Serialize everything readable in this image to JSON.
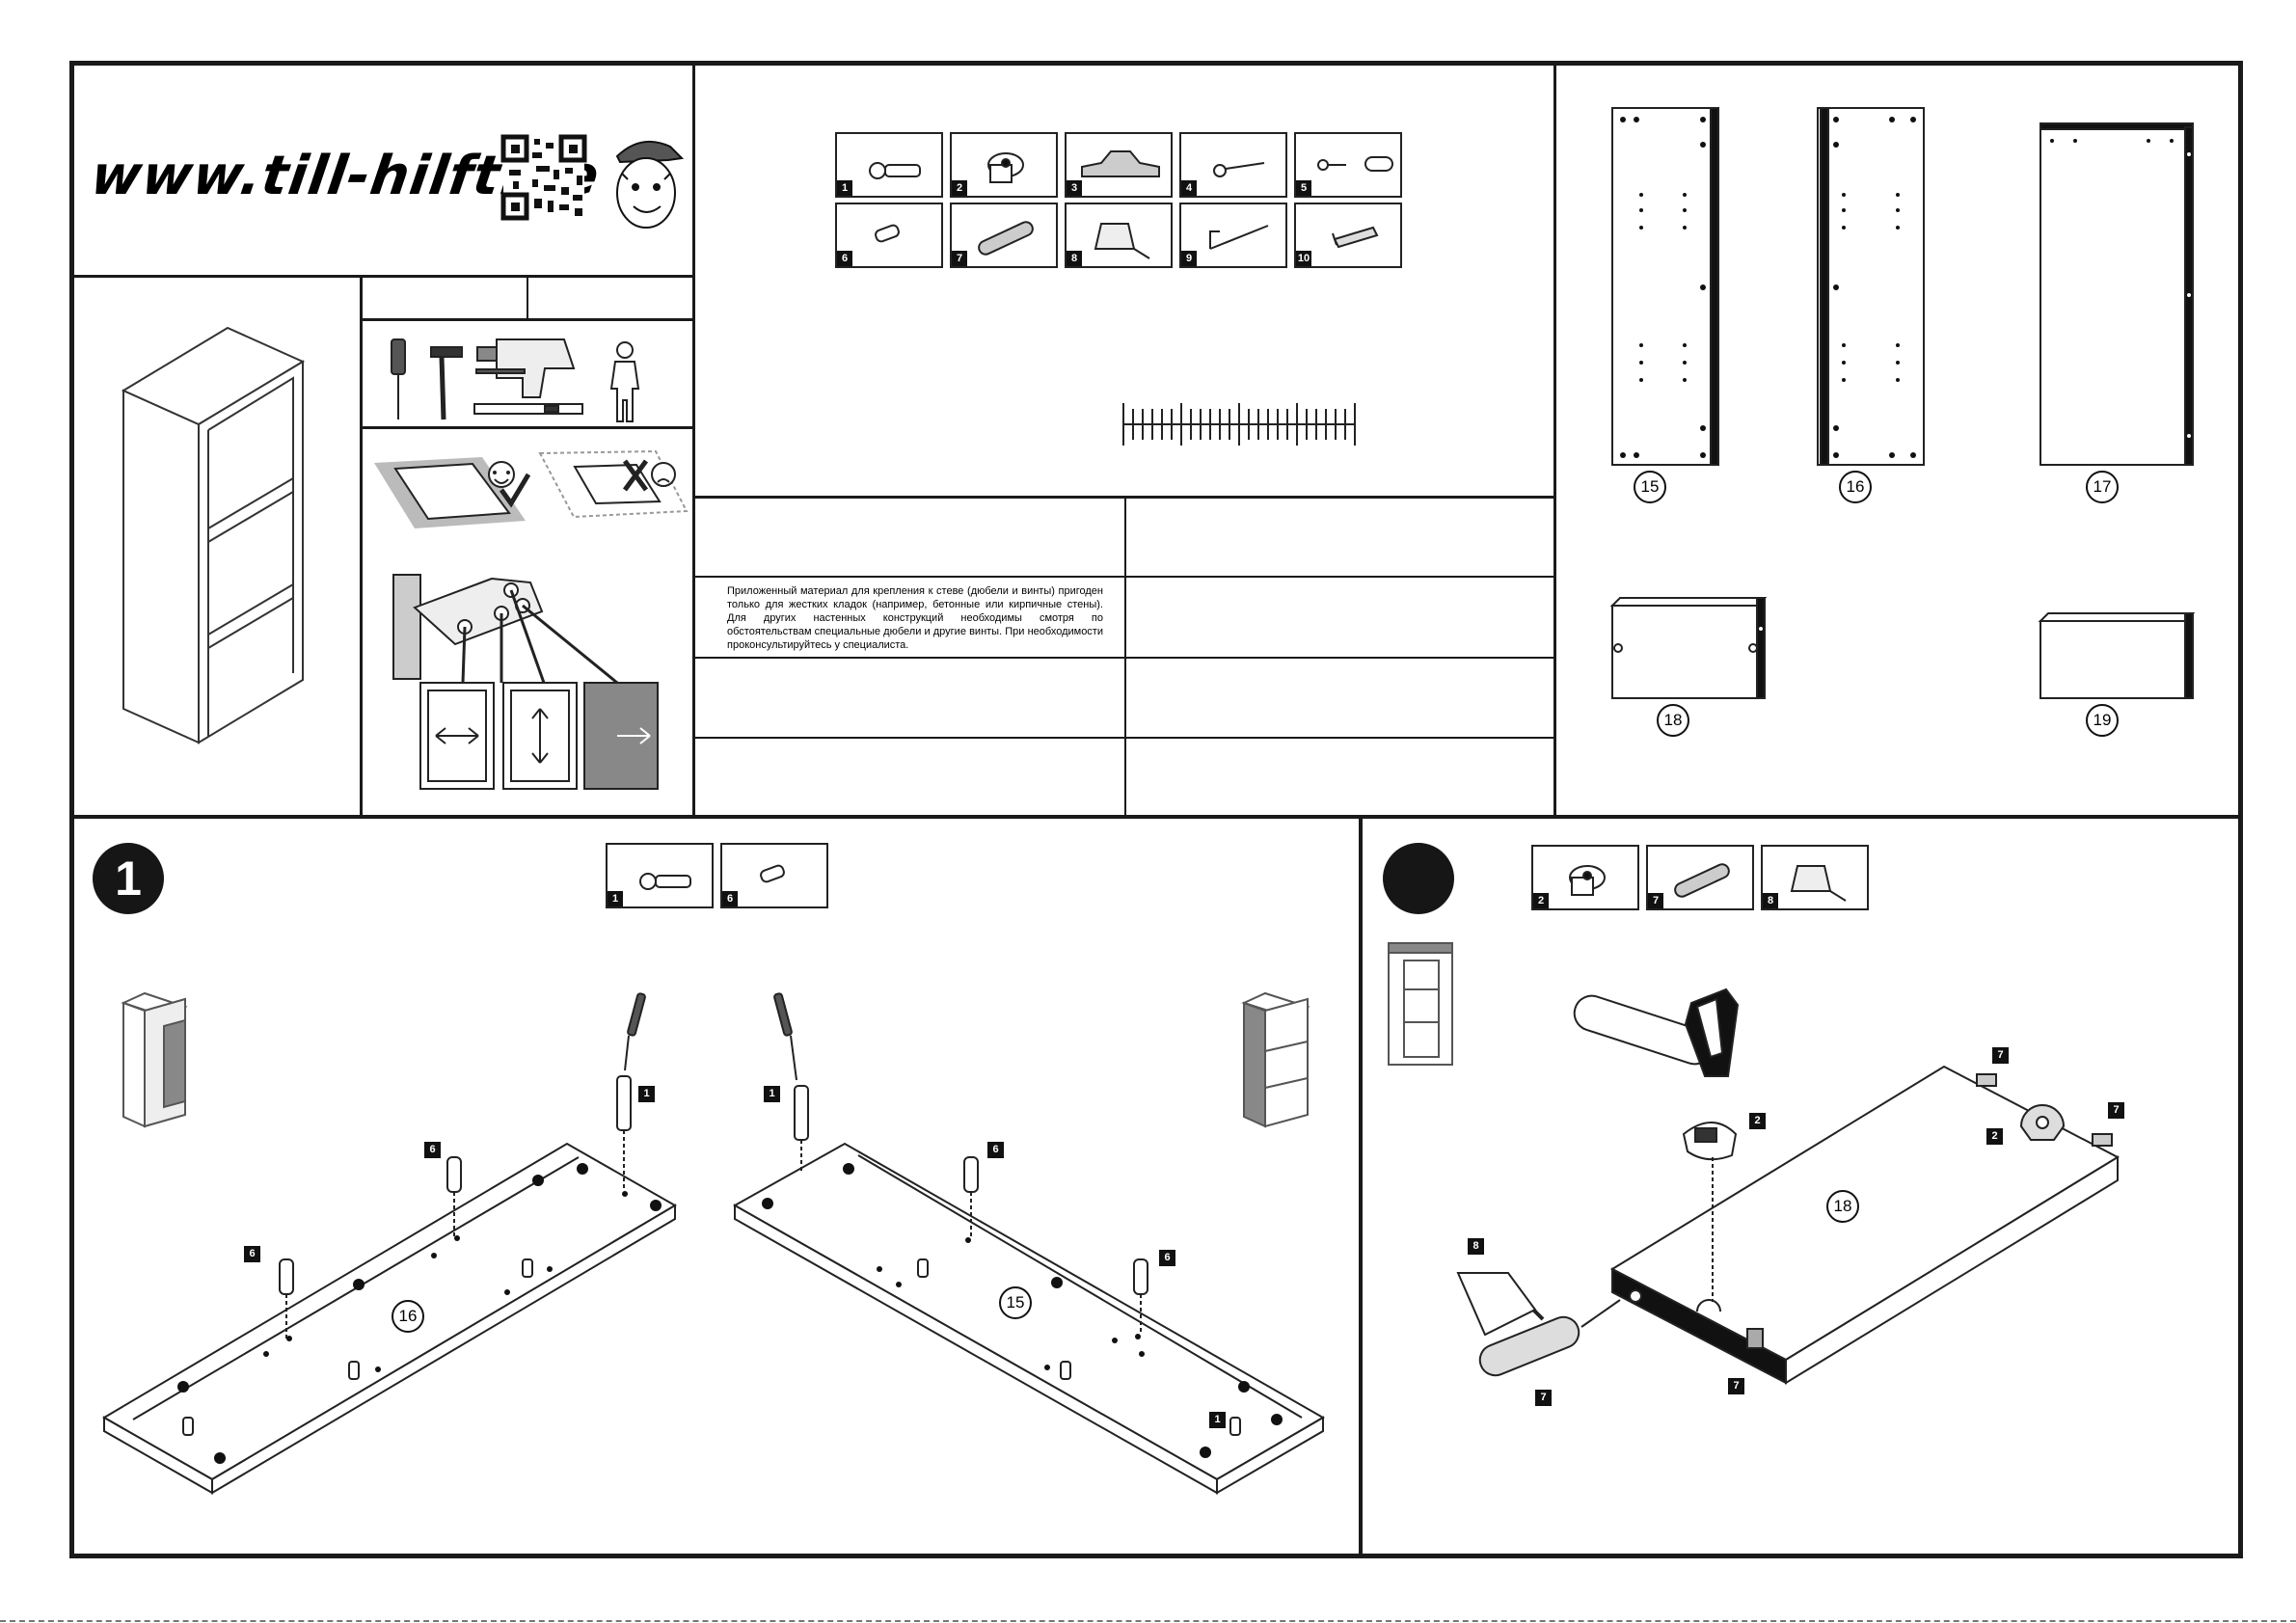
{
  "header": {
    "website": "www.till-hilft.de",
    "qr_icon": "qr-code-icon",
    "mascot_icon": "boy-with-cap-icon"
  },
  "parts_top": [
    {
      "num": "1",
      "icon": "cam-bolt-icon"
    },
    {
      "num": "2",
      "icon": "cam-lock-icon"
    },
    {
      "num": "3",
      "icon": "wall-bracket-icon"
    },
    {
      "num": "4",
      "icon": "screw-icon"
    },
    {
      "num": "5",
      "icon": "screw-and-dowel-icon"
    },
    {
      "num": "6",
      "icon": "shelf-pin-icon"
    },
    {
      "num": "7",
      "icon": "wood-dowel-icon"
    },
    {
      "num": "8",
      "icon": "glue-tube-icon"
    },
    {
      "num": "9",
      "icon": "hook-screw-icon"
    },
    {
      "num": "10",
      "icon": "wall-plug-icon"
    }
  ],
  "notice_ru": "Приложенный материал для крепления к стеве (дюбели и винты) пригоден только для жестких кладок (например, бетонные или кирпичные стены). Для других настенных конструкций необходимы смотря по обстоятельствам специальные дюбели и другие винты. При необходимости проконсультируйтесь у специалиста.",
  "panels": [
    {
      "num": "15"
    },
    {
      "num": "16"
    },
    {
      "num": "17"
    },
    {
      "num": "18"
    },
    {
      "num": "19"
    }
  ],
  "step1": {
    "step_number": "1",
    "parts": [
      {
        "num": "1"
      },
      {
        "num": "6"
      }
    ],
    "callouts": {
      "bolt": "1",
      "pin": "6",
      "panel_left": "16",
      "panel_right": "15"
    }
  },
  "step2": {
    "parts": [
      {
        "num": "2"
      },
      {
        "num": "7"
      },
      {
        "num": "8"
      }
    ],
    "callouts": {
      "cam": "2",
      "dowel": "7",
      "glue": "8",
      "panel": "18"
    }
  }
}
